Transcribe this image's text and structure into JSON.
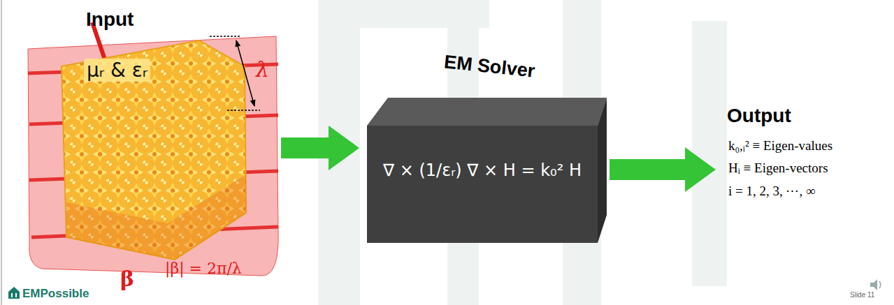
{
  "diagram": {
    "nodes": [
      {
        "text": [
          "Input",
          "μᵣ & εᵣ"
        ]
      },
      {
        "text": [
          "EM Solver",
          "∇ × (1/εᵣ) ∇ × H = k₀² H"
        ]
      },
      {
        "text": [
          "Output",
          "k₀,ᵢ² ≡ Eigen-values",
          "Hᵢ ≡ Eigen-vectors",
          "i = 1, 2, 3, ⋯, ∞"
        ]
      }
    ],
    "edges": [
      {
        "from": 0,
        "to": 1,
        "arrow": "to"
      },
      {
        "from": 1,
        "to": 2,
        "arrow": "to"
      }
    ],
    "labels": [
      "λ",
      "β",
      "|β| = 2π/λ",
      "EMPossible",
      "Slide 11"
    ]
  }
}
